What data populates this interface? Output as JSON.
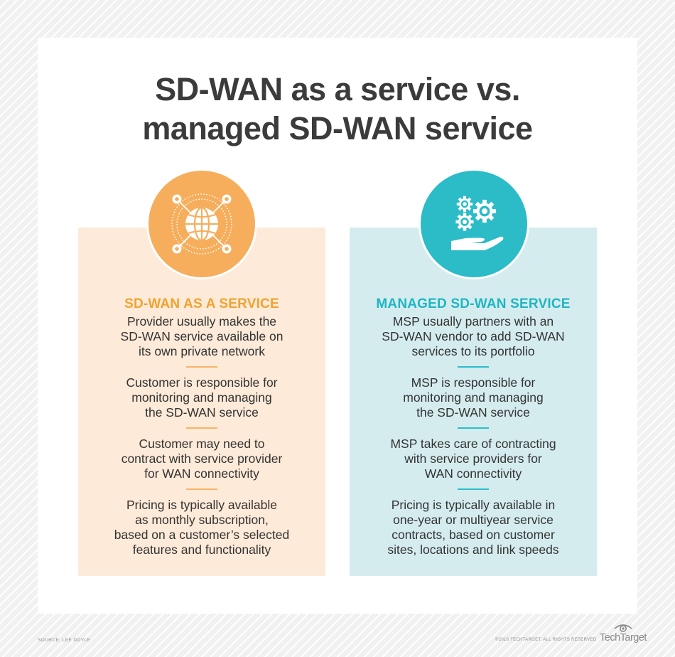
{
  "title": {
    "line1": "SD-WAN as a service vs.",
    "line2": "managed SD-WAN service"
  },
  "colors": {
    "orange_accent": "#f0a330",
    "orange_circle": "#f6ae5c",
    "orange_box": "#fdead8",
    "teal_accent": "#1fb6c3",
    "teal_circle": "#2bbcc7",
    "teal_box": "#d5ecef",
    "title_text": "#3b3b3b"
  },
  "columns": [
    {
      "icon": "globe-network-icon",
      "heading": "SD-WAN AS A SERVICE",
      "items": [
        "Provider usually makes the\nSD-WAN service available on\nits own private network",
        "Customer is responsible for\nmonitoring and managing\nthe SD-WAN service",
        "Customer may need to\ncontract with service provider\nfor WAN connectivity",
        "Pricing is typically available\nas monthly subscription,\nbased on a customer’s selected\nfeatures and functionality"
      ]
    },
    {
      "icon": "gears-in-hand-icon",
      "heading": "MANAGED SD-WAN SERVICE",
      "items": [
        "MSP usually partners with an\nSD-WAN vendor to add SD-WAN\nservices to its portfolio",
        "MSP is responsible for\nmonitoring and managing\nthe SD-WAN service",
        "MSP takes care of contracting\nwith service providers for\nWAN connectivity",
        "Pricing is typically available in\none-year or multiyear service\ncontracts, based on customer\nsites, locations and link speeds"
      ]
    }
  ],
  "footer": {
    "source": "SOURCE: LEE DOYLE",
    "copyright": "©2018 TECHTARGET. ALL RIGHTS RESERVED",
    "logo_text": "TechTarget"
  }
}
